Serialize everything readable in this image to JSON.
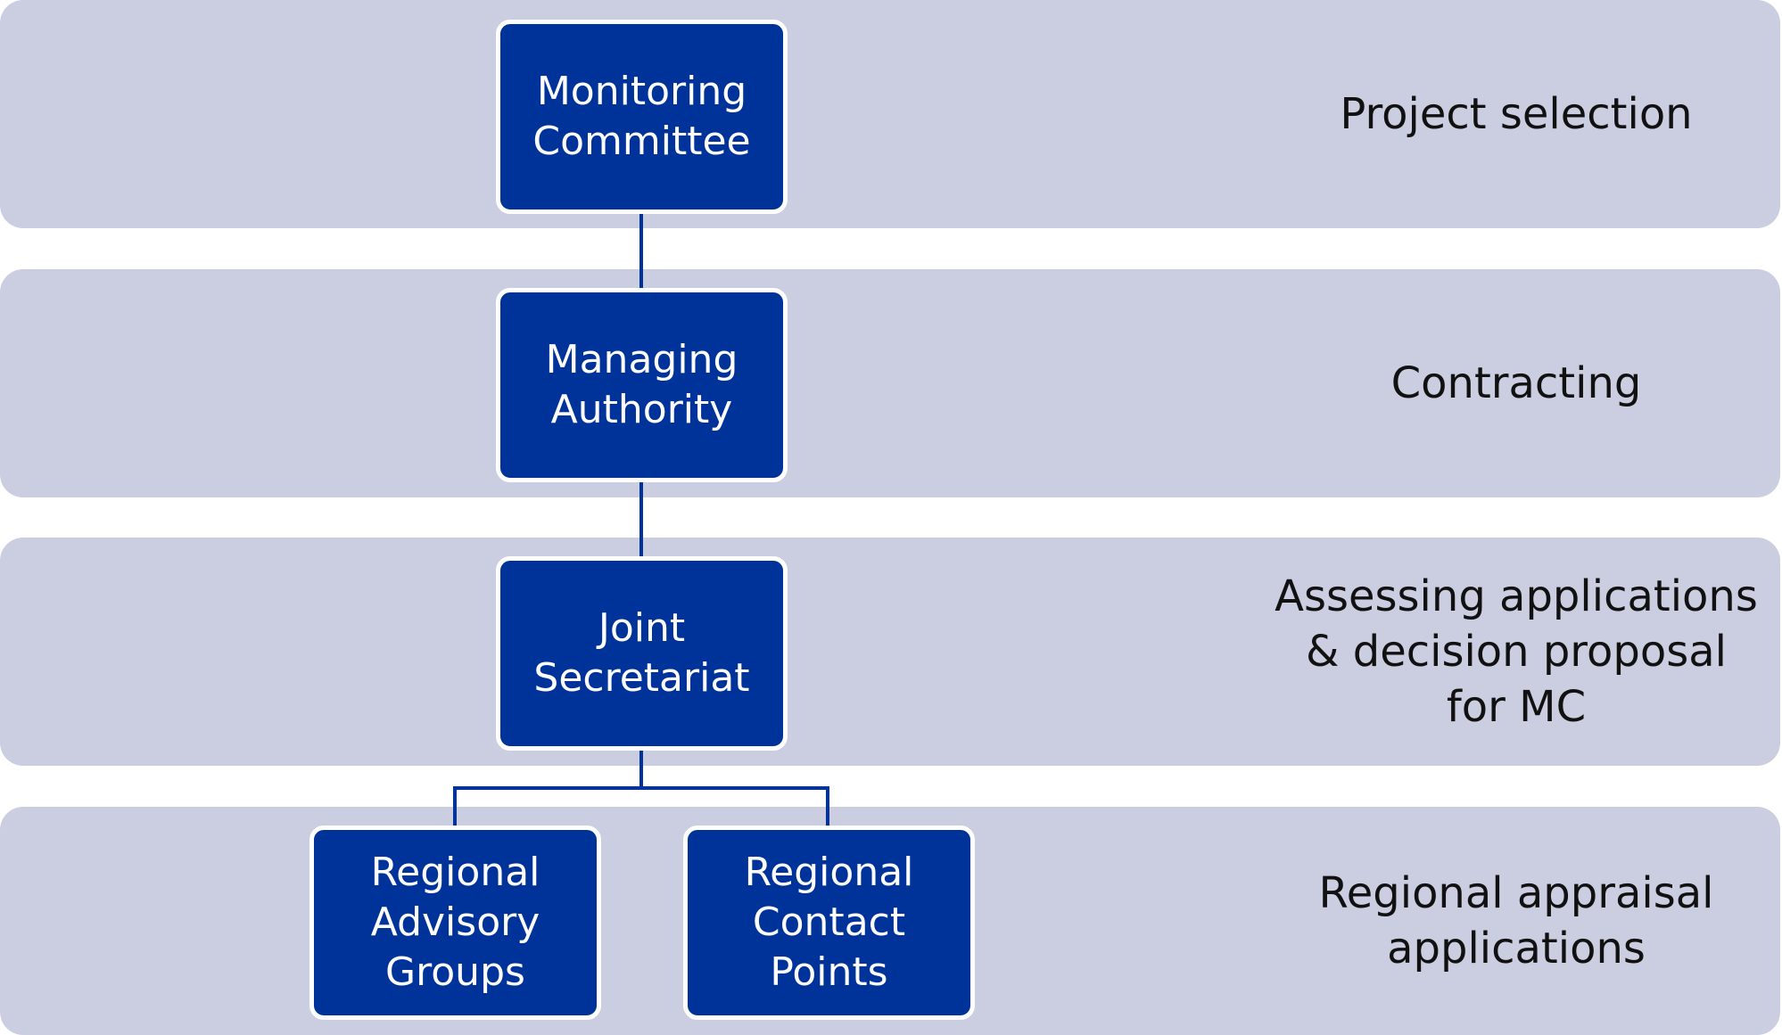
{
  "colors": {
    "band": "#cbcde0",
    "box_fill": "#003399",
    "box_border": "#ffffff",
    "connector": "#003399",
    "band_text": "#111111"
  },
  "bands": [
    {
      "label_lines": [
        "Project selection"
      ]
    },
    {
      "label_lines": [
        "Contracting"
      ]
    },
    {
      "label_lines": [
        "Assessing applications",
        "& decision proposal",
        "for MC"
      ]
    },
    {
      "label_lines": [
        "Regional appraisal",
        "applications"
      ]
    }
  ],
  "nodes": {
    "monitoring_committee": {
      "lines": [
        "Monitoring",
        "Committee"
      ]
    },
    "managing_authority": {
      "lines": [
        "Managing",
        "Authority"
      ]
    },
    "joint_secretariat": {
      "lines": [
        "Joint",
        "Secretariat"
      ]
    },
    "regional_advisory_groups": {
      "lines": [
        "Regional",
        "Advisory",
        "Groups"
      ]
    },
    "regional_contact_points": {
      "lines": [
        "Regional",
        "Contact",
        "Points"
      ]
    }
  }
}
